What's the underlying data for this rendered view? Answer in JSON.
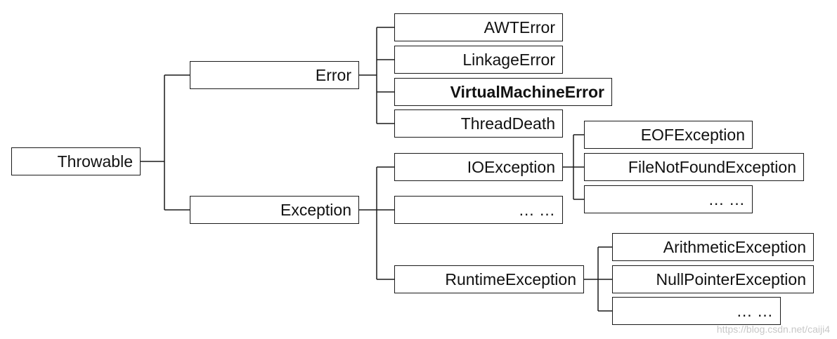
{
  "diagram": {
    "root": "Throwable",
    "error": {
      "label": "Error",
      "children": [
        "AWTError",
        "LinkageError",
        "VirtualMachineError",
        "ThreadDeath"
      ]
    },
    "exception": {
      "label": "Exception",
      "children": {
        "io": {
          "label": "IOException",
          "children": [
            "EOFException",
            "FileNotFoundException",
            "… …"
          ]
        },
        "other": "… …",
        "runtime": {
          "label": "RuntimeException",
          "children": [
            "ArithmeticException",
            "NullPointerException",
            "… …"
          ]
        }
      }
    }
  },
  "watermark": "https://blog.csdn.net/caiji4"
}
